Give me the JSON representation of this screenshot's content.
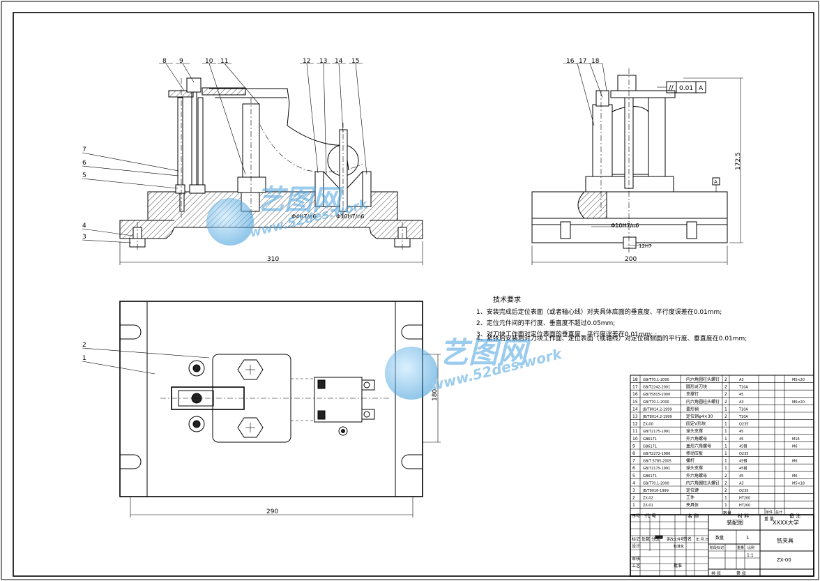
{
  "balloons": {
    "front": [
      "8",
      "9",
      "10",
      "11",
      "12",
      "13",
      "14",
      "15"
    ],
    "left": [
      "7",
      "6",
      "5",
      "4",
      "3"
    ],
    "side": [
      "16",
      "17",
      "18"
    ],
    "top": [
      "2",
      "1"
    ]
  },
  "dimensions": {
    "front_width": "310",
    "front_fit1": "Φ4H7/n6",
    "front_fit2": "Φ10H7/n6",
    "side_width": "200",
    "side_height": "172.5",
    "side_fit": "Φ10H7/n6",
    "side_key": "12H7",
    "tolerance_value": "0.01",
    "datum": "A",
    "top_width": "290",
    "top_height": "180"
  },
  "notes": {
    "title": "技术要求",
    "items": [
      "1、安装完成后定位表面（或者轴心线）对夹具体底面的垂直度、平行度误差在0.01mm;",
      "2、定位元件间的平行度、垂直度不超过0.05mm;",
      "3、对刀块工作面对定位表面的垂直度、平行度误差在0.01mm; ;",
      "4、紧张后安装后对刀块工作面、定位表面（或轴线）对定位键侧面的平行度、垂直度在0.01mm;"
    ]
  },
  "watermark": {
    "brand": "艺图网",
    "url": "www.52des.work"
  },
  "bom": {
    "rows": [
      {
        "no": "18",
        "code": "GB/T70.1-2000",
        "name": "内六角圆柱头螺钉",
        "qty": "2",
        "mat": "A3",
        "note": "M5×20"
      },
      {
        "no": "17",
        "code": "GB/T2242-2001",
        "name": "圆形对刀块",
        "qty": "2",
        "mat": "T10A",
        "note": ""
      },
      {
        "no": "16",
        "code": "GB/T5815-2000",
        "name": "支撑钉",
        "qty": "2",
        "mat": "45",
        "note": ""
      },
      {
        "no": "15",
        "code": "GB/T70.1-2000",
        "name": "内六角圆柱头螺钉",
        "qty": "2",
        "mat": "A3",
        "note": "M6×20"
      },
      {
        "no": "14",
        "code": "JB/T8014.2-1999",
        "name": "菱形销",
        "qty": "1",
        "mat": "T10A",
        "note": ""
      },
      {
        "no": "13",
        "code": "JB/T8014.2-1999",
        "name": "定位销φ4×30",
        "qty": "2",
        "mat": "T10A",
        "note": ""
      },
      {
        "no": "12",
        "code": "ZX-00",
        "name": "固定V形块",
        "qty": "1",
        "mat": "Q235",
        "note": ""
      },
      {
        "no": "11",
        "code": "GB/T2175-1991",
        "name": "球头支撑",
        "qty": "1",
        "mat": "45",
        "note": ""
      },
      {
        "no": "10",
        "code": "GB6171",
        "name": "外六角螺母",
        "qty": "1",
        "mat": "45",
        "note": "M16"
      },
      {
        "no": "9",
        "code": "GB6171",
        "name": "盖形六角螺母",
        "qty": "1",
        "mat": "45钢",
        "note": "M6"
      },
      {
        "no": "8",
        "code": "GB/T2272-1980",
        "name": "移动压板",
        "qty": "1",
        "mat": "Q235",
        "note": ""
      },
      {
        "no": "7",
        "code": "GB/T 5785-2005",
        "name": "螺杆",
        "qty": "1",
        "mat": "45钢",
        "note": "M6"
      },
      {
        "no": "6",
        "code": "GB/T2175-1991",
        "name": "球头支撑",
        "qty": "1",
        "mat": "45钢",
        "note": ""
      },
      {
        "no": "5",
        "code": "GB6171",
        "name": "外六角螺母",
        "qty": "2",
        "mat": "45",
        "note": "M6"
      },
      {
        "no": "4",
        "code": "GB/T70.1-2000",
        "name": "内六角圆柱头螺钉",
        "qty": "2",
        "mat": "A3",
        "note": "M5×18"
      },
      {
        "no": "3",
        "code": "JB/T8016-1999",
        "name": "定位键",
        "qty": "2",
        "mat": "Q235",
        "note": ""
      },
      {
        "no": "2",
        "code": "ZX-02",
        "name": "工件",
        "qty": "1",
        "mat": "HT200",
        "note": ""
      },
      {
        "no": "1",
        "code": "ZX-01",
        "name": "夹具体",
        "qty": "1",
        "mat": "HT200",
        "note": ""
      }
    ],
    "header": {
      "no": "序号",
      "code": "代 号",
      "name": "名 称",
      "qty": "数量",
      "mat": "材 料",
      "w1": "单件",
      "w2": "总计",
      "weight": "重 量",
      "note": "备 注"
    }
  },
  "titleblock": {
    "drawing": "装配图",
    "school": "XXXX大学",
    "qty_label": "数量",
    "qty": "1",
    "name": "铣夹具",
    "stage_label": "阶段标记",
    "weight_label": "重量",
    "scale_label": "比例",
    "scale": "1:1",
    "code": "ZX-00",
    "sheet_label1": "共 张",
    "sheet_label2": "第 张",
    "rev_labels": [
      "标记",
      "处数",
      "分区",
      "更改文件号",
      "签名",
      "年.月.日"
    ],
    "design": "设计",
    "standard": "标准化",
    "review": "审核",
    "process": "工艺",
    "approve": "批准"
  }
}
